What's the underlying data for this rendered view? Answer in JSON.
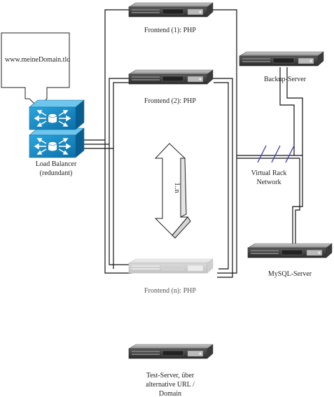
{
  "callout": {
    "text": "www.meineDomain.tld"
  },
  "load_balancer": {
    "line1": "Load Balancer",
    "line2": "(redundant)"
  },
  "servers": {
    "frontend_1": "Frontend (1): PHP",
    "frontend_2": "Frontend (2): PHP",
    "frontend_n": "Frontend (n): PHP",
    "backup": "Backup-Server",
    "mysql": "MySQL-Server",
    "test_line1": "Test-Server, über",
    "test_line2": "alternative URL /",
    "test_line3": "Domain"
  },
  "network": {
    "line1": "Virtual Rack",
    "line2": "Network"
  },
  "scale_arrow": {
    "text": "1..n"
  }
}
